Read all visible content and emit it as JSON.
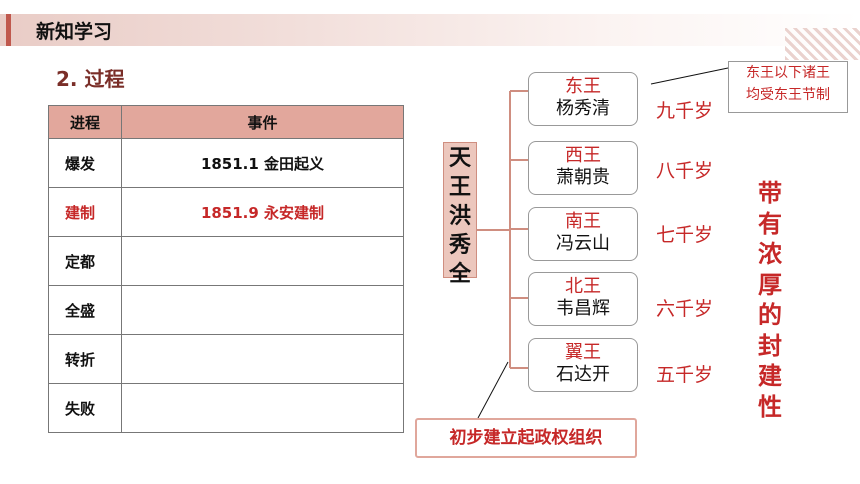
{
  "header": {
    "title": "新知学习"
  },
  "section": {
    "title": "2. 过程"
  },
  "table": {
    "headers": [
      "进程",
      "事件"
    ],
    "rows": [
      {
        "stage": "爆发",
        "event": "1851.1  金田起义"
      },
      {
        "stage": "建制",
        "event": "1851.9  永安建制"
      },
      {
        "stage": "定都",
        "event": ""
      },
      {
        "stage": "全盛",
        "event": ""
      },
      {
        "stage": "转折",
        "event": ""
      },
      {
        "stage": "失败",
        "event": ""
      }
    ]
  },
  "diagram": {
    "king": "天王洪秀全",
    "wangs": [
      {
        "title": "东王",
        "name": "杨秀清",
        "age": "九千岁"
      },
      {
        "title": "西王",
        "name": "萧朝贵",
        "age": "八千岁"
      },
      {
        "title": "南王",
        "name": "冯云山",
        "age": "七千岁"
      },
      {
        "title": "北王",
        "name": "韦昌辉",
        "age": "六千岁"
      },
      {
        "title": "翼王",
        "name": "石达开",
        "age": "五千岁"
      }
    ],
    "note": {
      "line1": "东王以下诸王",
      "line2": "均受东王节制"
    },
    "feudal": "带有浓厚的封建性",
    "org": "初步建立起政权组织"
  },
  "colors": {
    "accent": "#c0584d",
    "header_fill": "#e2a79c",
    "emphasis_red": "#c62828"
  }
}
